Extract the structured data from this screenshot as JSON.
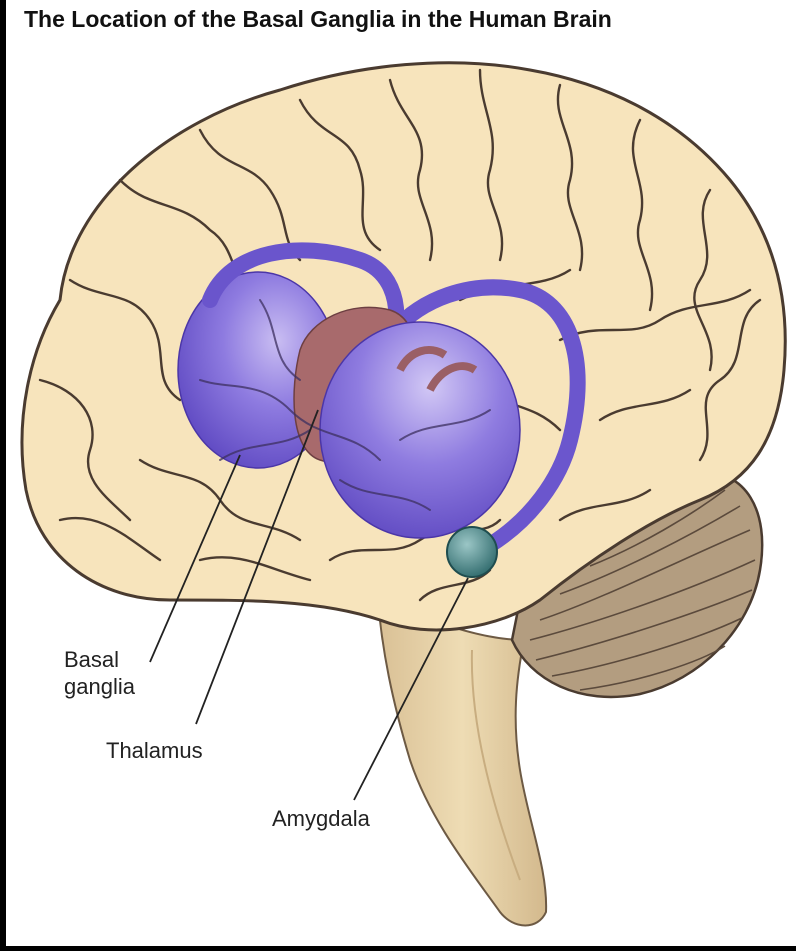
{
  "title": "The Location of the Basal Ganglia in the Human Brain",
  "labels": {
    "basal_line1": "Basal",
    "basal_line2": "ganglia",
    "thalamus": "Thalamus",
    "amygdala": "Amygdala"
  },
  "colors": {
    "background": "#000000",
    "paper": "#ffffff",
    "cortex": "#f7e4bc",
    "gyri_lines": "#4a3b30",
    "basal_ganglia": "#6b55c9",
    "thalamus": "#a86a6c",
    "amygdala": "#3f7f7f",
    "cerebellum": "#b09a7e",
    "brainstem": "#e6d0a4"
  }
}
